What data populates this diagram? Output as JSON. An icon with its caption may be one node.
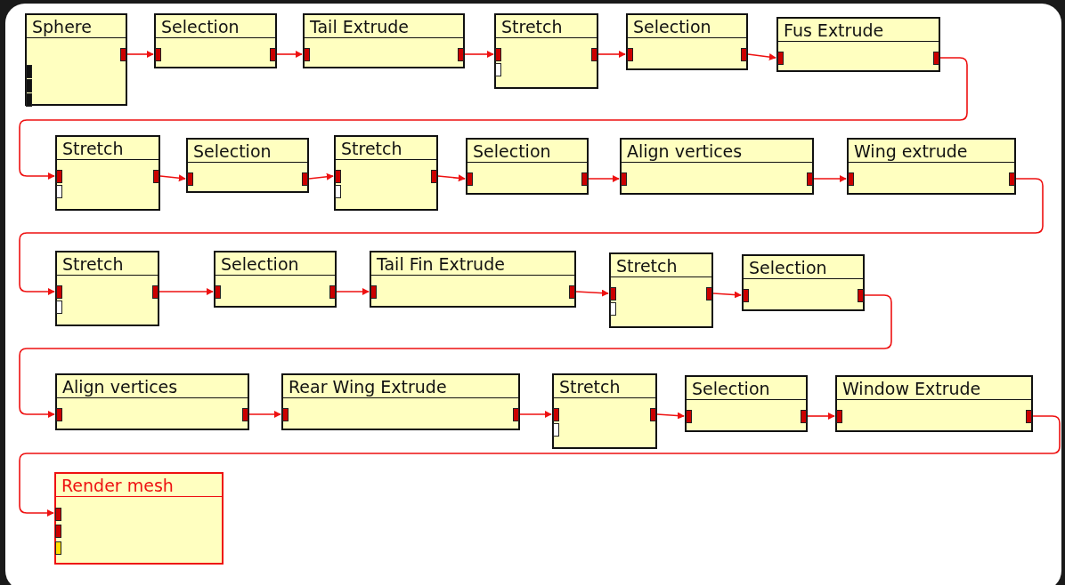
{
  "diagram": {
    "nodes": [
      {
        "text": [
          "Sphere"
        ]
      },
      {
        "text": [
          "Selection"
        ]
      },
      {
        "text": [
          "Tail Extrude"
        ]
      },
      {
        "text": [
          "Stretch"
        ]
      },
      {
        "text": [
          "Selection"
        ]
      },
      {
        "text": [
          "Fus Extrude"
        ]
      },
      {
        "text": [
          "Stretch"
        ]
      },
      {
        "text": [
          "Selection"
        ]
      },
      {
        "text": [
          "Stretch"
        ]
      },
      {
        "text": [
          "Selection"
        ]
      },
      {
        "text": [
          "Align vertices"
        ]
      },
      {
        "text": [
          "Wing extrude"
        ]
      },
      {
        "text": [
          "Stretch"
        ]
      },
      {
        "text": [
          "Selection"
        ]
      },
      {
        "text": [
          "Tail Fin Extrude"
        ]
      },
      {
        "text": [
          "Stretch"
        ]
      },
      {
        "text": [
          "Selection"
        ]
      },
      {
        "text": [
          "Align vertices"
        ]
      },
      {
        "text": [
          "Rear Wing Extrude"
        ]
      },
      {
        "text": [
          "Stretch"
        ]
      },
      {
        "text": [
          "Selection"
        ]
      },
      {
        "text": [
          "Window Extrude"
        ]
      },
      {
        "text": [
          "Render mesh"
        ]
      }
    ],
    "edges": [
      {
        "from": 0,
        "to": 1,
        "arrow": "to"
      },
      {
        "from": 1,
        "to": 2,
        "arrow": "to"
      },
      {
        "from": 2,
        "to": 3,
        "arrow": "to"
      },
      {
        "from": 3,
        "to": 4,
        "arrow": "to"
      },
      {
        "from": 4,
        "to": 5,
        "arrow": "to"
      },
      {
        "from": 5,
        "to": 6,
        "arrow": "to"
      },
      {
        "from": 6,
        "to": 7,
        "arrow": "to"
      },
      {
        "from": 7,
        "to": 8,
        "arrow": "to"
      },
      {
        "from": 8,
        "to": 9,
        "arrow": "to"
      },
      {
        "from": 9,
        "to": 10,
        "arrow": "to"
      },
      {
        "from": 10,
        "to": 11,
        "arrow": "to"
      },
      {
        "from": 11,
        "to": 12,
        "arrow": "to"
      },
      {
        "from": 12,
        "to": 13,
        "arrow": "to"
      },
      {
        "from": 13,
        "to": 14,
        "arrow": "to"
      },
      {
        "from": 14,
        "to": 15,
        "arrow": "to"
      },
      {
        "from": 15,
        "to": 16,
        "arrow": "to"
      },
      {
        "from": 16,
        "to": 17,
        "arrow": "to"
      },
      {
        "from": 17,
        "to": 18,
        "arrow": "to"
      },
      {
        "from": 18,
        "to": 19,
        "arrow": "to"
      },
      {
        "from": 19,
        "to": 20,
        "arrow": "to"
      },
      {
        "from": 20,
        "to": 21,
        "arrow": "to"
      },
      {
        "from": 21,
        "to": 22,
        "arrow": "to"
      }
    ]
  }
}
